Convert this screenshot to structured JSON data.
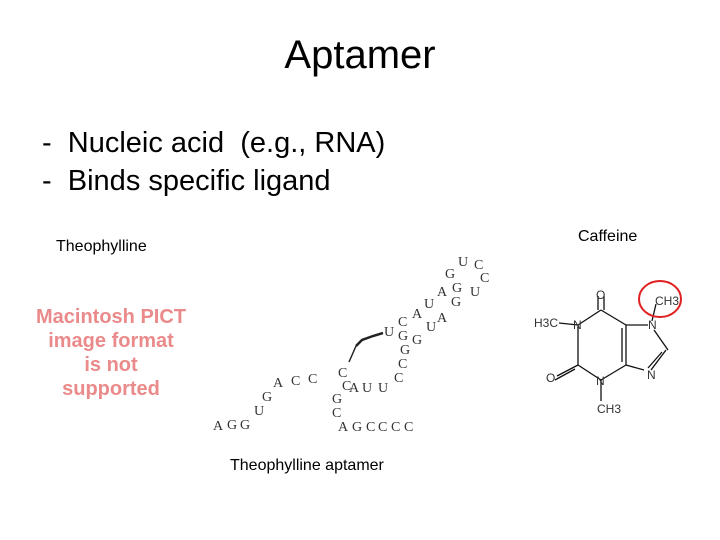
{
  "slide": {
    "title": "Aptamer",
    "bullets": [
      "-  Nucleic acid  (e.g., RNA)",
      "-  Binds specific ligand"
    ]
  },
  "labels": {
    "theophylline": "Theophylline",
    "caffeine": "Caffeine",
    "aptamer": "Theophylline aptamer"
  },
  "pict_placeholder": {
    "lines": [
      "Macintosh PICT",
      "image format",
      "is not supported"
    ],
    "color": "#ea8a8a"
  },
  "aptamer_nucleotides": [
    "G",
    "U",
    "C",
    "G",
    "C",
    "U",
    "U",
    "G",
    "A",
    "A",
    "G",
    "C",
    "G",
    "A",
    "C",
    "C",
    "C",
    "A",
    "U",
    "A",
    "C",
    "C",
    "G",
    "G",
    "U",
    "U",
    "G",
    "U",
    "C",
    "A",
    "G",
    "G",
    "G",
    "C",
    "A",
    "C",
    "C",
    "U",
    "A"
  ],
  "caffeine_structure": {
    "atoms": [
      "O",
      "N",
      "CH3",
      "H3C",
      "N",
      "O",
      "N",
      "N",
      "CH3"
    ],
    "highlight_color": "#e02020"
  }
}
